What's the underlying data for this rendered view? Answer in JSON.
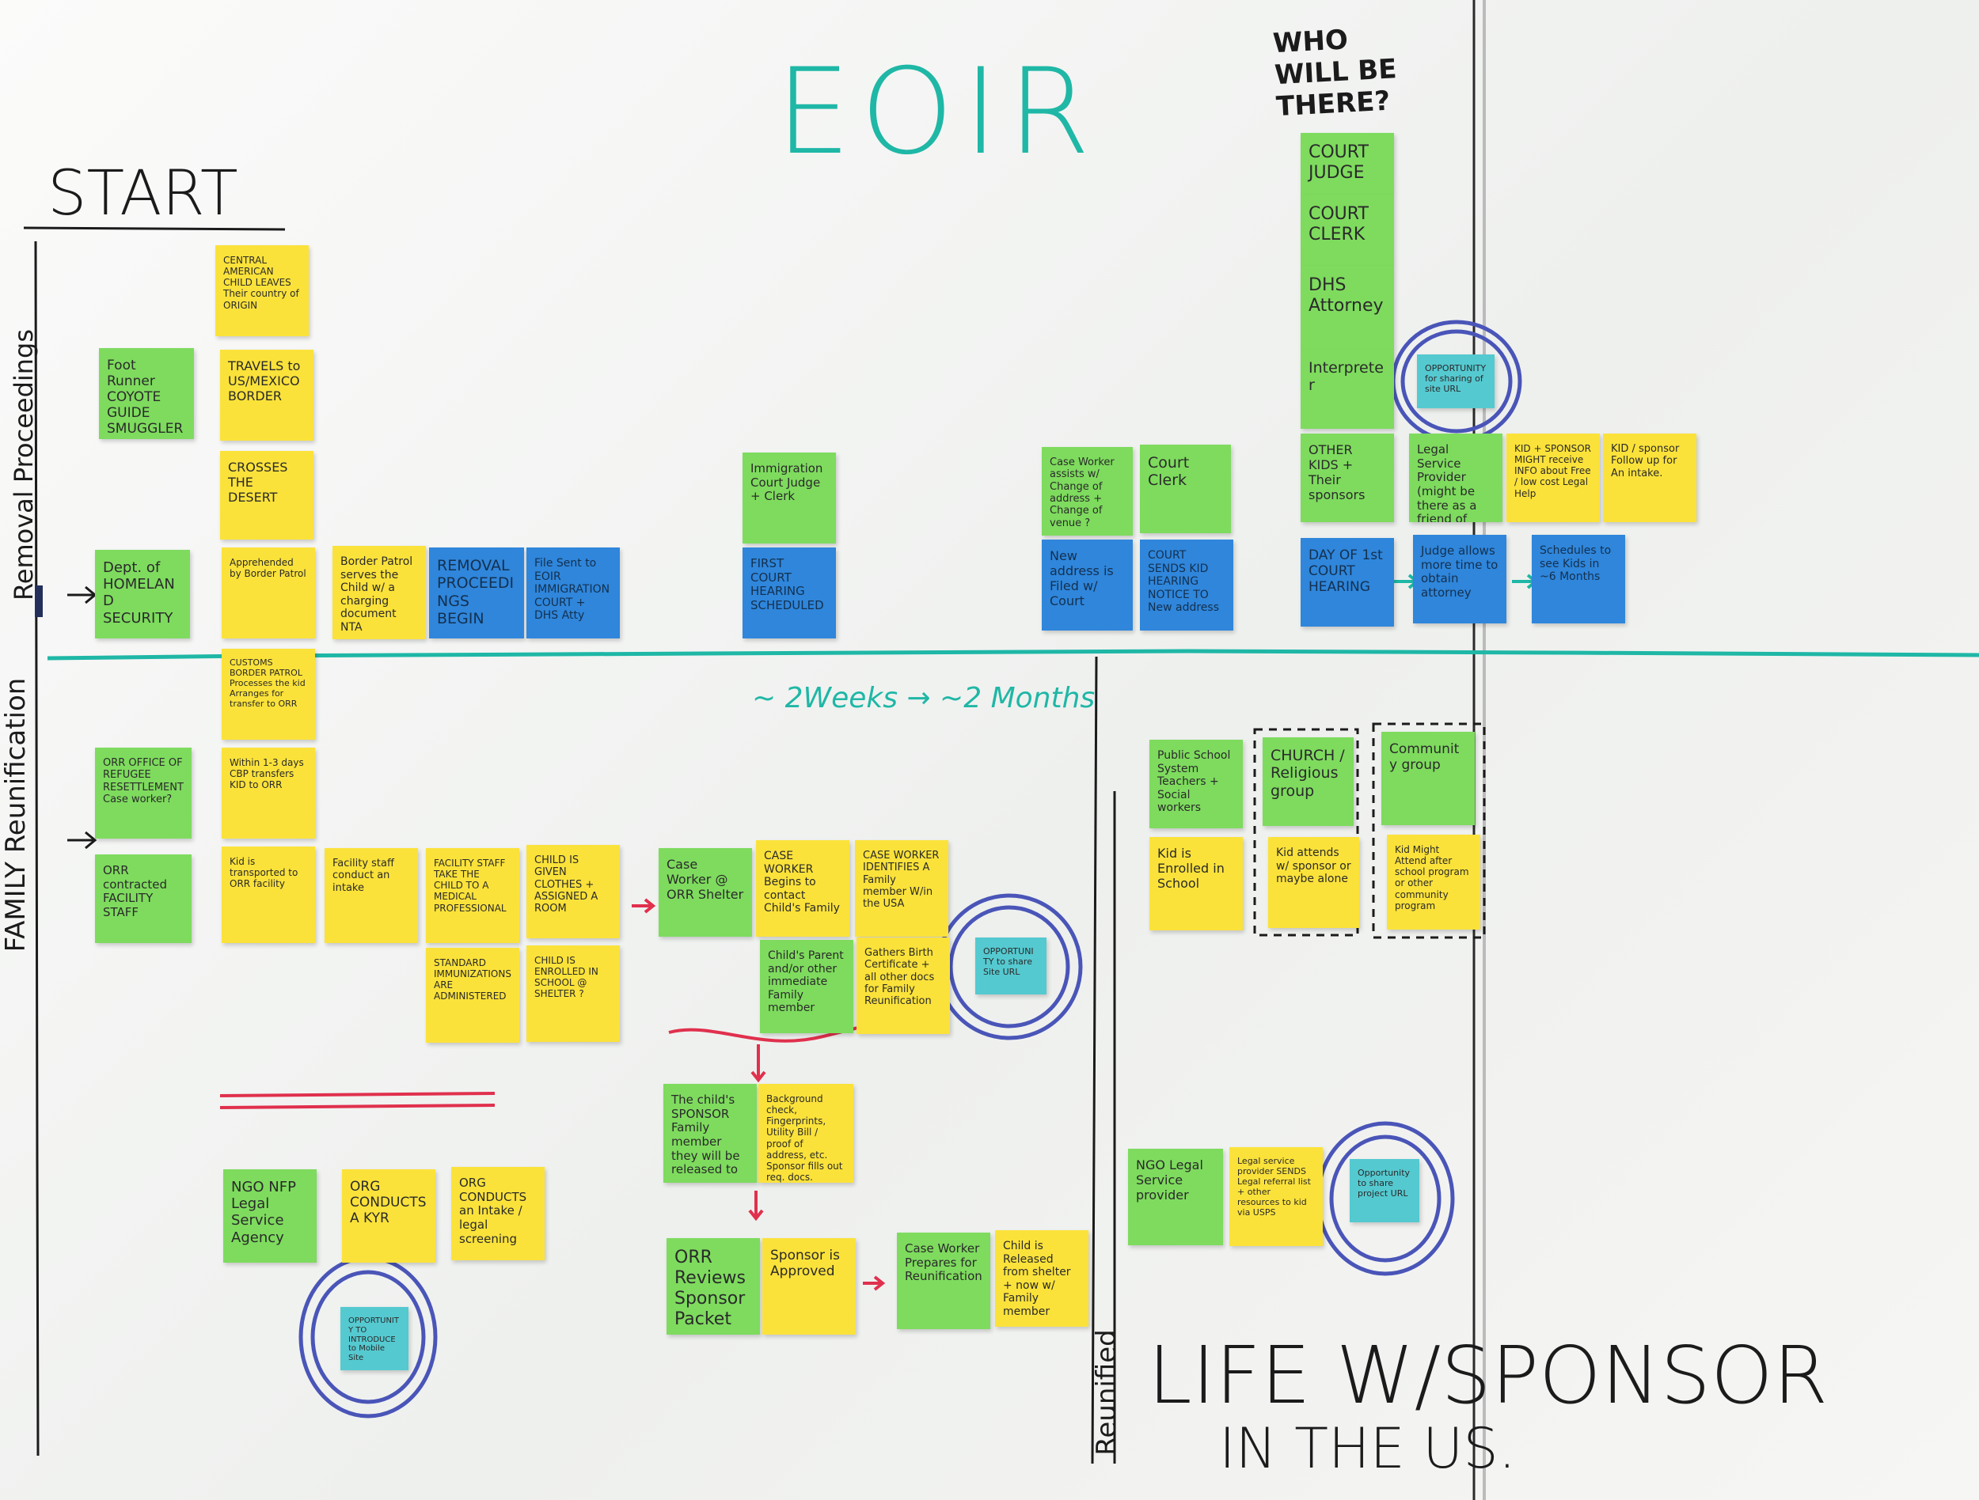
{
  "colors": {
    "yellow": "#fbe23a",
    "green": "#7edb5e",
    "blue": "#2f86db",
    "teal": "#55c9d0",
    "marker_teal": "#1fb7a6",
    "marker_red": "#e0304d",
    "marker_purple": "#4a55b8"
  },
  "headings": {
    "eoir": "EOIR",
    "who_will_be_there": "WHO WILL BE THERE?",
    "start": "START",
    "removal_proceedings": "Removal Proceedings",
    "family_reunification": "FAMILY Reunification",
    "duration": "~ 2Weeks → ~2 Months",
    "reunified": "Reunified",
    "life_line1": "LIFE W/SPONSOR",
    "life_line2": "IN THE US."
  },
  "notes": {
    "c1": "CENTRAL AMERICAN CHILD LEAVES Their country of ORIGIN",
    "c2": "TRAVELS to US/MEXICO BORDER",
    "c3": "CROSSES THE DESERT",
    "c4": "Apprehended by Border Patrol",
    "c5": "CUSTOMS BORDER PATROL Processes the kid Arranges for transfer to ORR",
    "c6": "Within 1-3 days CBP transfers KID to ORR",
    "c7": "Kid is transported to ORR facility",
    "foot": "Foot Runner COYOTE GUIDE SMUGGLER",
    "dhs": "Dept. of HOMELAND SECURITY",
    "bp_serves": "Border Patrol serves the Child w/ a charging document NTA",
    "removal": "REMOVAL PROCEEDINGS BEGIN",
    "file_eoir": "File Sent to EOIR IMMIGRATION COURT + DHS Atty",
    "imm_judge": "Immigration Court Judge + Clerk",
    "first_hearing": "FIRST COURT HEARING SCHEDULED",
    "case_assist": "Case Worker assists w/ Change of address + Change of venue ?",
    "court_clerk_a": "Court Clerk",
    "new_addr": "New address is Filed w/ Court",
    "court_sends": "COURT SENDS KID HEARING NOTICE TO New address",
    "who1": "COURT JUDGE",
    "who2": "COURT CLERK",
    "who3": "DHS Attorney",
    "who4": "Interpreter",
    "who5": "OTHER KIDS + Their sponsors",
    "opp_site": "OPPORTUNITY for sharing of site URL",
    "legal_sp": "Legal Service Provider (might be there as a friend of court)",
    "kid_sponsor_info": "KID + SPONSOR MIGHT receive INFO about Free / low cost Legal Help",
    "kid_sponsor_follow": "KID / sponsor Follow up for An intake.",
    "day1": "DAY OF 1st COURT HEARING",
    "judge_allows": "Judge allows more time to obtain attorney",
    "schedules": "Schedules to see Kids in ~6 Months",
    "orr": "ORR OFFICE OF REFUGEE RESETTLEMENT Case worker?",
    "orr_staff": "ORR contracted FACILITY STAFF",
    "fac_intake": "Facility staff conduct an intake",
    "fac_medical": "FACILITY STAFF TAKE THE CHILD TO A MEDICAL PROFESSIONAL",
    "clothes": "CHILD IS GIVEN CLOTHES + ASSIGNED A ROOM",
    "immun": "STANDARD IMMUNIZATIONS ARE ADMINISTERED",
    "school_shelter": "CHILD IS ENROLLED IN SCHOOL @ SHELTER ?",
    "cw_shelter": "Case Worker @ ORR Shelter",
    "cw_contact": "CASE WORKER Begins to contact Child's Family",
    "cw_identifies": "CASE WORKER IDENTIFIES A Family member W/in the USA",
    "parent": "Child's Parent and/or other immediate Family member",
    "birth_cert": "Gathers Birth Certificate + all other docs for Family Reunification",
    "opp_share": "OPPORTUNITY to share Site URL",
    "sponsor": "The child's SPONSOR Family member they will be released to",
    "checklist": "Background check, Fingerprints, Utility Bill / proof of address, etc. Sponsor fills out req. docs.",
    "ngo": "NGO NFP Legal Service Agency",
    "kyr": "ORG CONDUCTS A KYR",
    "org_intake": "ORG CONDUCTS an Intake / legal screening",
    "opp_intro": "OPPORTUNITY TO INTRODUCE to Mobile Site",
    "orr_review": "ORR Reviews Sponsor Packet",
    "approved": "Sponsor is Approved",
    "cw_prepares": "Case Worker Prepares for Reunification",
    "released": "Child is Released from shelter + now w/ Family member",
    "public_school": "Public School System Teachers + Social workers",
    "church": "CHURCH / Religious group",
    "community": "Community group",
    "kid_enrolled": "Kid is Enrolled in School",
    "kid_attends": "Kid attends w/ sponsor or maybe alone",
    "kid_might": "Kid Might Attend after school program or other community program",
    "ngo_lsp": "NGO Legal Service provider",
    "lsp_sends": "Legal service provider SENDS Legal referral list + other resources to kid via USPS",
    "opp_project": "Opportunity to share project URL"
  }
}
